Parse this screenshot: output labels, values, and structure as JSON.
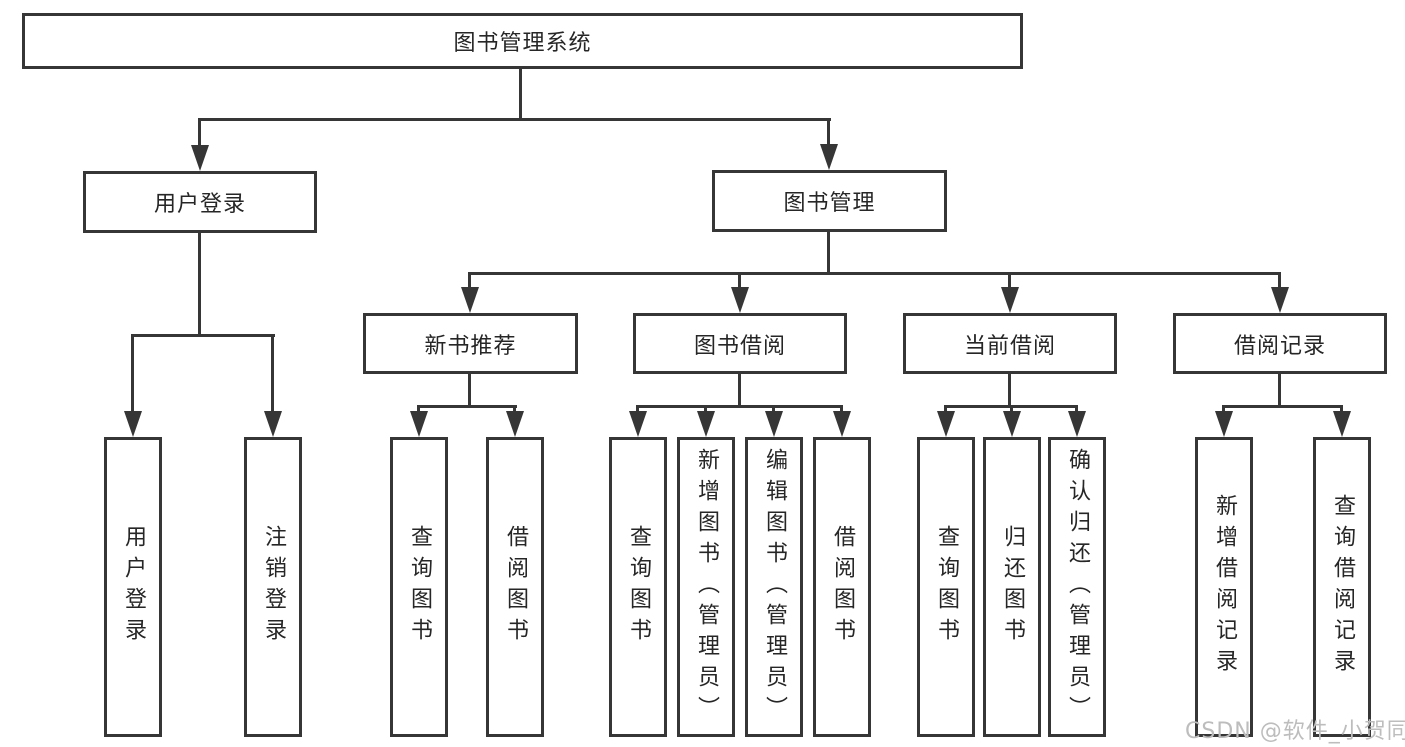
{
  "diagram": {
    "title_note": "library management system functional decomposition diagram",
    "root": {
      "label": "图书管理系统"
    },
    "level2": [
      {
        "label": "用户登录"
      },
      {
        "label": "图书管理"
      }
    ],
    "level3": [
      {
        "label": "新书推荐"
      },
      {
        "label": "图书借阅"
      },
      {
        "label": "当前借阅"
      },
      {
        "label": "借阅记录"
      }
    ],
    "leaves": {
      "user": [
        "用户登录",
        "注销登录"
      ],
      "new_book": [
        "查询图书",
        "借阅图书"
      ],
      "borrow": [
        "查询图书",
        "新增图书（管理员）",
        "编辑图书（管理员）",
        "借阅图书"
      ],
      "current": [
        "查询图书",
        "归还图书",
        "确认归还（管理员）"
      ],
      "records": [
        "新增借阅记录",
        "查询借阅记录"
      ]
    },
    "watermark": {
      "text": "CSDN @软件_小贺同学"
    },
    "colors": {
      "line": "#363636",
      "box_background": "#ffffff",
      "text": "#262626",
      "watermark": "#bdbdbd"
    }
  }
}
